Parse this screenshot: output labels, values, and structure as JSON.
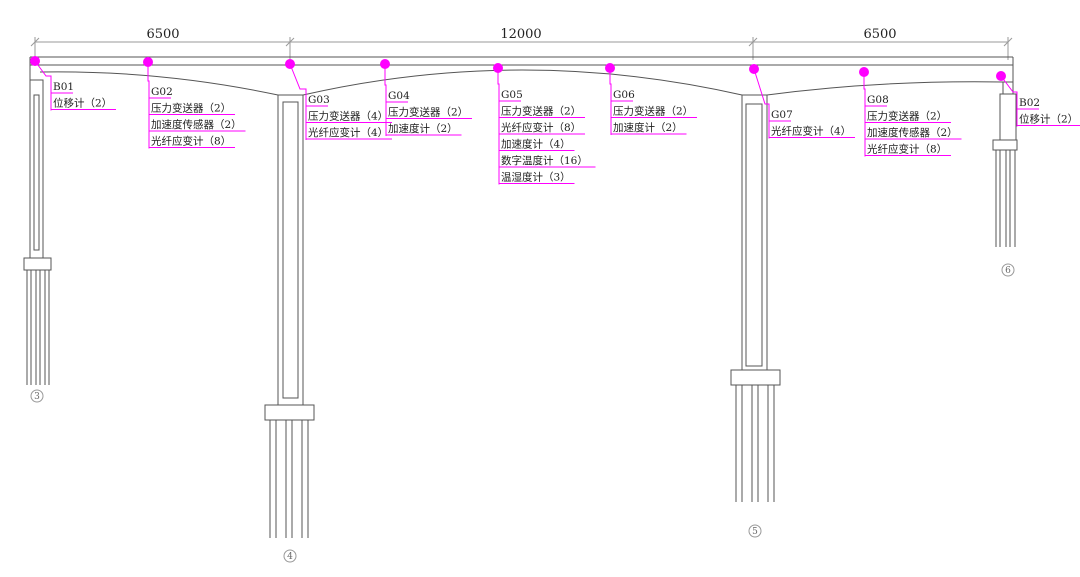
{
  "dimensions": [
    {
      "id": "span-left",
      "value": "6500"
    },
    {
      "id": "span-mid",
      "value": "12000"
    },
    {
      "id": "span-right",
      "value": "6500"
    }
  ],
  "axes": [
    {
      "id": "axis-3",
      "label": "3"
    },
    {
      "id": "axis-4",
      "label": "4"
    },
    {
      "id": "axis-5",
      "label": "5"
    },
    {
      "id": "axis-6",
      "label": "6"
    }
  ],
  "sensors": [
    {
      "id": "B01",
      "lines": [
        "位移计（2）"
      ]
    },
    {
      "id": "G02",
      "lines": [
        "压力变送器（2）",
        "加速度传感器（2）",
        "光纤应变计（8）"
      ]
    },
    {
      "id": "G03",
      "lines": [
        "压力变送器（4）",
        "光纤应变计（4）"
      ]
    },
    {
      "id": "G04",
      "lines": [
        "压力变送器（2）",
        "加速度计（2）"
      ]
    },
    {
      "id": "G05",
      "lines": [
        "压力变送器（2）",
        "光纤应变计（8）",
        "加速度计（4）",
        "数字温度计（16）",
        "温湿度计（3）"
      ]
    },
    {
      "id": "G06",
      "lines": [
        "压力变送器（2）",
        "加速度计（2）"
      ]
    },
    {
      "id": "G07",
      "lines": [
        "光纤应变计（4）"
      ]
    },
    {
      "id": "G08",
      "lines": [
        "压力变送器（2）",
        "加速度传感器（2）",
        "光纤应变计（8）"
      ]
    },
    {
      "id": "B02",
      "lines": [
        "位移计（2）"
      ]
    }
  ],
  "colors": {
    "marker": "#ff00ff",
    "line": "#555555",
    "dim_line": "#999999"
  }
}
